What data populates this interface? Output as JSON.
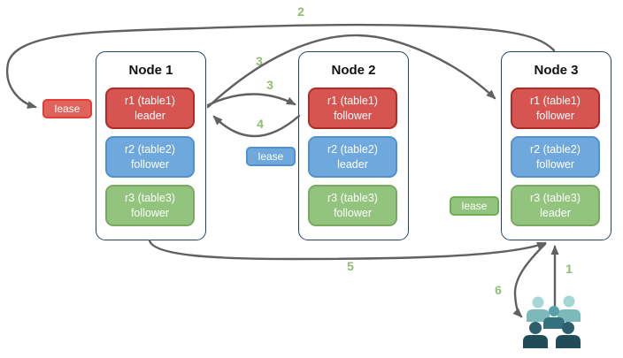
{
  "nodes": [
    {
      "title": "Node 1",
      "ranges": [
        {
          "name": "r1 (table1)",
          "role": "leader",
          "color": "red"
        },
        {
          "name": "r2 (table2)",
          "role": "follower",
          "color": "blue"
        },
        {
          "name": "r3 (table3)",
          "role": "follower",
          "color": "green"
        }
      ]
    },
    {
      "title": "Node 2",
      "ranges": [
        {
          "name": "r1 (table1)",
          "role": "follower",
          "color": "red"
        },
        {
          "name": "r2 (table2)",
          "role": "leader",
          "color": "blue"
        },
        {
          "name": "r3 (table3)",
          "role": "follower",
          "color": "green"
        }
      ]
    },
    {
      "title": "Node 3",
      "ranges": [
        {
          "name": "r1 (table1)",
          "role": "follower",
          "color": "red"
        },
        {
          "name": "r2 (table2)",
          "role": "follower",
          "color": "blue"
        },
        {
          "name": "r3 (table3)",
          "role": "leader",
          "color": "green"
        }
      ]
    }
  ],
  "leases": [
    {
      "label": "lease",
      "color": "red"
    },
    {
      "label": "lease",
      "color": "blue"
    },
    {
      "label": "lease",
      "color": "green"
    }
  ],
  "steps": {
    "s1": "1",
    "s2": "2",
    "s3a": "3",
    "s3b": "3",
    "s4": "4",
    "s5": "5",
    "s6": "6"
  },
  "icons": {
    "users_group": "users-group-icon"
  },
  "colors": {
    "range_red": "#d65551",
    "range_red_border": "#b12b25",
    "range_blue": "#6fa8dc",
    "range_blue_border": "#5291cd",
    "range_green": "#93c47d",
    "range_green_border": "#7aa964",
    "lease_red": "#e0625d",
    "lease_red_border": "#e63c31",
    "node_border": "#24425f",
    "arrow": "#616161",
    "step_label": "#8fbe70",
    "users_light": "#a4d6d7",
    "users_mid": "#58a3ab",
    "users_dark": "#2d5e6e"
  }
}
